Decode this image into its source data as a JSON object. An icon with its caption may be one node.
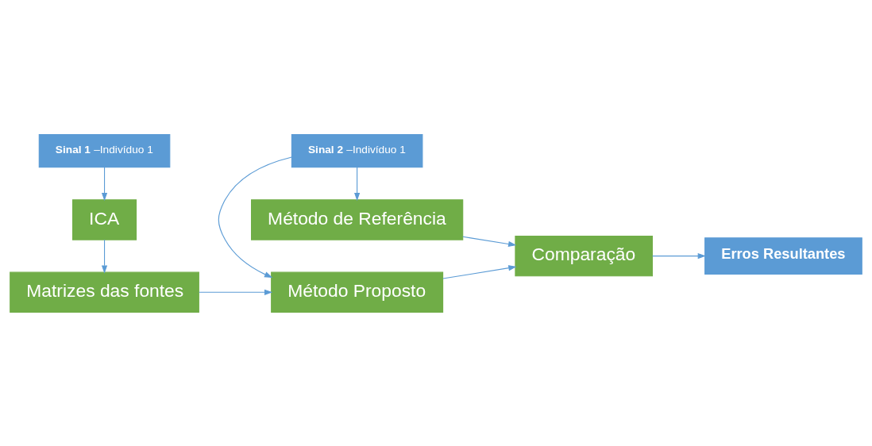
{
  "diagram": {
    "nodes": [
      {
        "text": [
          "**Sinal 1** –Indivíduo 1"
        ]
      },
      {
        "text": [
          "ICA"
        ]
      },
      {
        "text": [
          "Matrizes das fontes"
        ]
      },
      {
        "text": [
          "Método Proposto"
        ]
      },
      {
        "text": [
          "**Sinal 2** –Indivíduo 1"
        ]
      },
      {
        "text": [
          "Método de Referência"
        ]
      },
      {
        "text": [
          "Comparação"
        ]
      },
      {
        "text": [
          "Erros Resultantes"
        ]
      }
    ],
    "edges": [
      {
        "from": 0,
        "to": 1,
        "arrow": "to"
      },
      {
        "from": 1,
        "to": 2,
        "arrow": "to"
      },
      {
        "from": 2,
        "to": 3,
        "arrow": "to"
      },
      {
        "from": 4,
        "to": 3,
        "arrow": "to"
      },
      {
        "from": 4,
        "to": 5,
        "arrow": "to"
      },
      {
        "from": 3,
        "to": 6,
        "arrow": "to"
      },
      {
        "from": 5,
        "to": 6,
        "arrow": "to"
      },
      {
        "from": 6,
        "to": 7,
        "arrow": "to"
      }
    ]
  }
}
